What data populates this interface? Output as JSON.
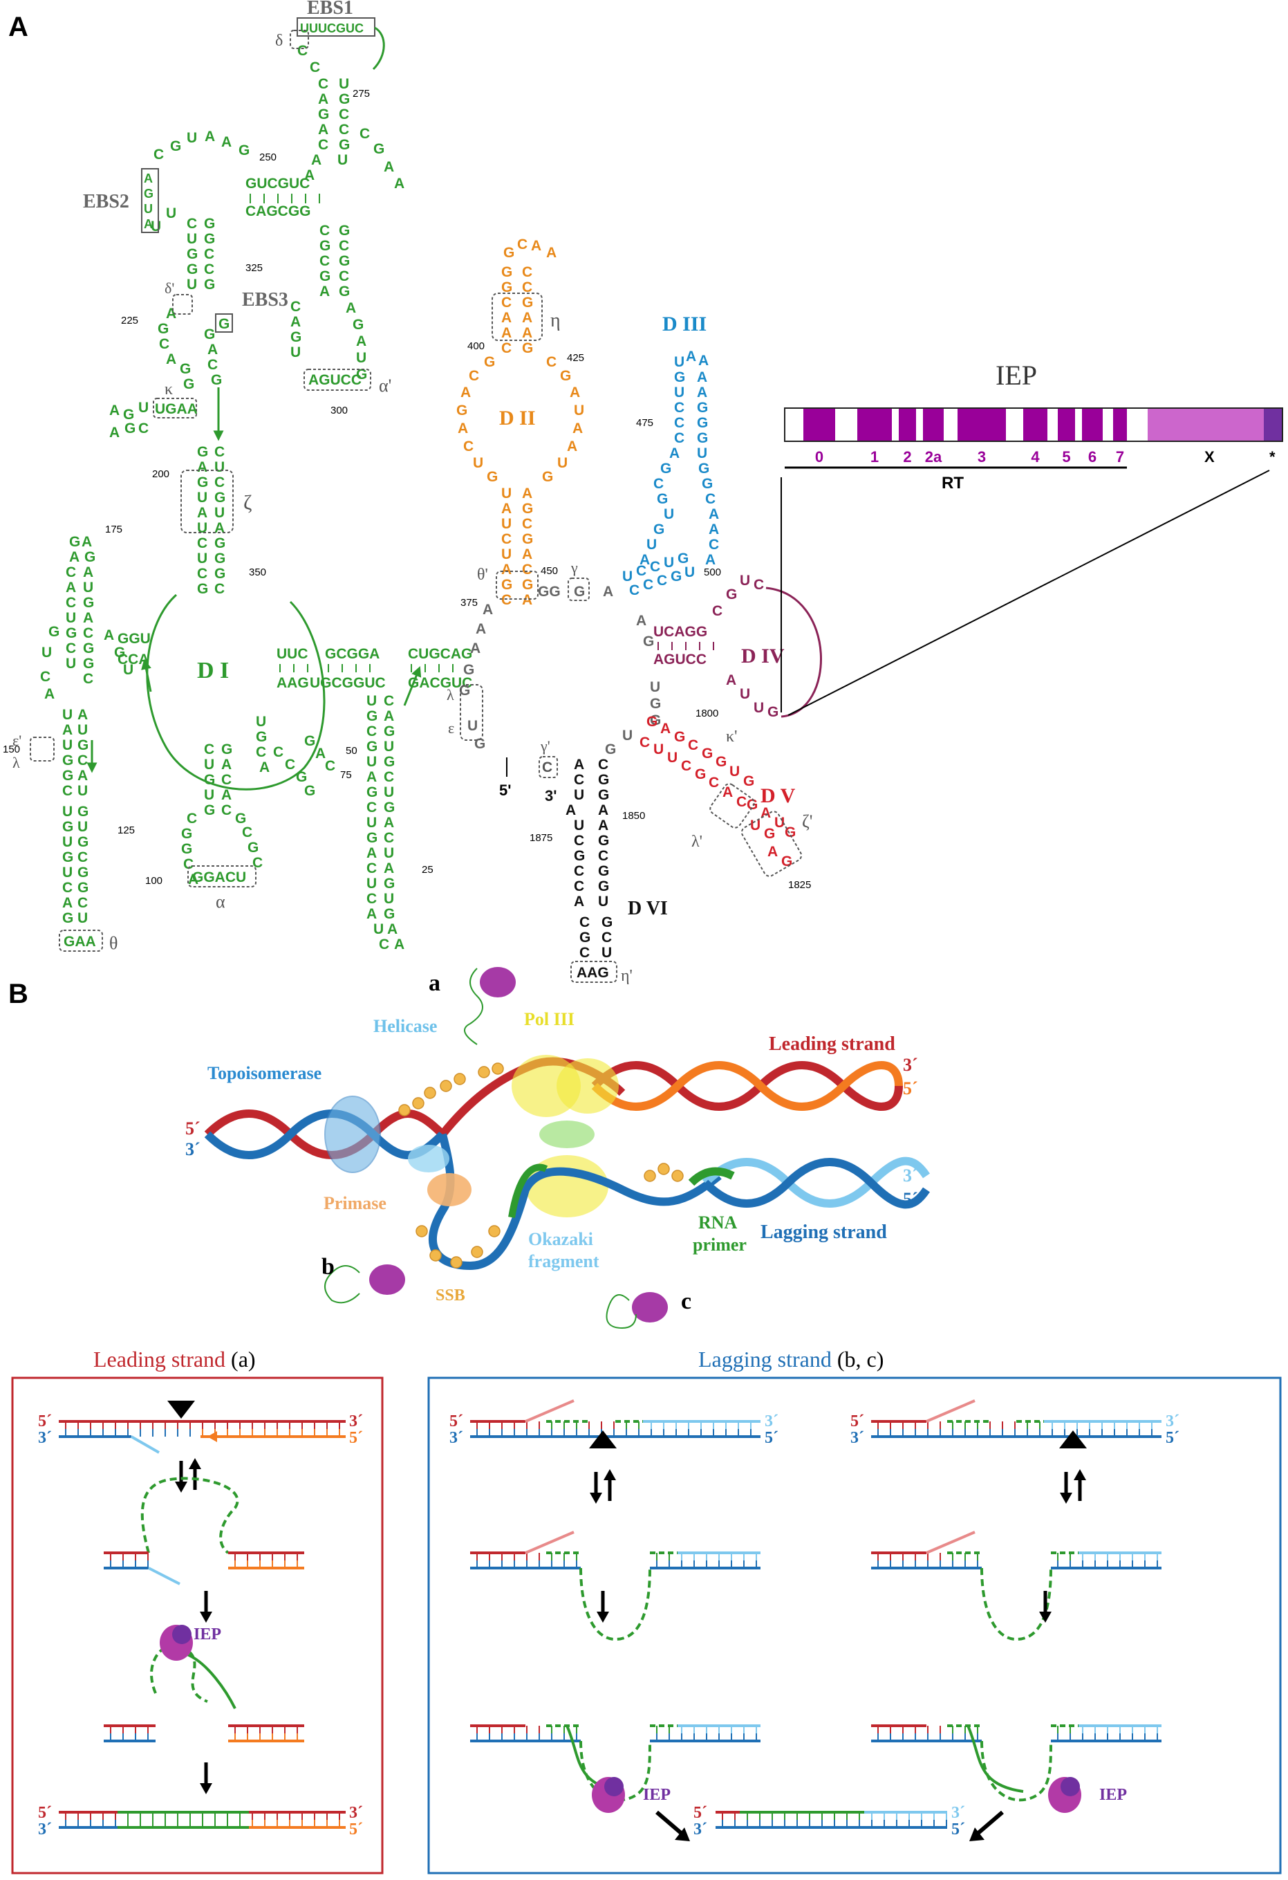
{
  "panel_a": {
    "label": "A",
    "domains": {
      "d1": "D I",
      "d2": "D II",
      "d3": "D III",
      "d4": "D IV",
      "d5": "D V",
      "d6": "D VI"
    },
    "ebs": {
      "ebs1": "EBS1",
      "ebs2": "EBS2",
      "ebs3": "EBS3",
      "ebs1_seq": "UUUCGUC",
      "ebs2_seq": "AGUA",
      "ebs3_seq": "G"
    },
    "greek": {
      "delta": "δ",
      "delta_p": "δ'",
      "kappa": "κ",
      "kappa_p": "κ'",
      "zeta": "ζ",
      "zeta_p": "ζ'",
      "alpha": "α",
      "alpha_p": "α'",
      "eta": "η",
      "eta_p": "η'",
      "theta": "θ",
      "theta_p": "θ'",
      "gamma": "γ",
      "gamma_p": "γ'",
      "epsilon_p": "ε'",
      "epsilon": "ε",
      "lambda": "λ",
      "lambda_p": "λ'",
      "lambda2": "λ"
    },
    "numbers": {
      "n275": "275",
      "n250": "250",
      "n325": "325",
      "n225": "225",
      "n300": "300",
      "n200": "200",
      "n175": "175",
      "n350": "350",
      "n150": "150",
      "n125": "125",
      "n100": "100",
      "n75": "75",
      "n50": "50",
      "n25": "25",
      "n400": "400",
      "n425": "425",
      "n375": "375",
      "n450": "450",
      "n475": "475",
      "n500": "500",
      "n1800": "1800",
      "n1850": "1850",
      "n1875": "1875",
      "n1825": "1825"
    },
    "seq": {
      "alpha_box": "GGACU",
      "alpha_p_box": "AGUCC",
      "eta_p_box": "AAG",
      "theta_box": "GAA",
      "d4_top": "UCAGG",
      "d4_bot": "AGUCC",
      "d1_j1": "UUC",
      "d1_j2": "GCGGA",
      "d1_j3": "CUGCAG",
      "d1_b1": "AAG",
      "d1_b2": "UGCGGUC",
      "d1_b3": "GACGUC",
      "five_prime": "5'",
      "three_prime": "3'",
      "gg": "GG",
      "ggu": "GGU",
      "cca": "CCA",
      "gucguc": "GUCGUC",
      "cagcgg": "CAGCGG",
      "ugaa": "UGAA"
    },
    "iep": {
      "title": "IEP",
      "domains": [
        "0",
        "1",
        "2",
        "2a",
        "3",
        "4",
        "5",
        "6",
        "7"
      ],
      "x_label": "X",
      "star": "*",
      "rt_label": "RT",
      "color_rt": "#990099",
      "color_x": "#cc66cc",
      "color_end": "#7030a0"
    }
  },
  "panel_b": {
    "label": "B",
    "fork_labels": {
      "topoisomerase": "Topoisomerase",
      "helicase": "Helicase",
      "pol3": "Pol III",
      "primase": "Primase",
      "ssb": "SSB",
      "okazaki": "Okazaki\nfragment",
      "rna_primer": "RNA\nprimer",
      "leading": "Leading strand",
      "lagging": "Lagging strand",
      "a": "a",
      "b": "b",
      "c": "c",
      "five": "5´",
      "three": "3´"
    },
    "box_leading": {
      "title": "Leading strand",
      "suffix": "(a)"
    },
    "box_lagging": {
      "title": "Lagging strand",
      "suffix": "(b, c)"
    },
    "iep_label": "IEP",
    "colors": {
      "red": "#c0272d",
      "blue": "#1f6fb5",
      "orange": "#f47b20",
      "green": "#2e9a2e",
      "lightblue": "#7ec8ee",
      "purple": "#7030a0",
      "magenta": "#b23aa6",
      "d2_orange": "#e8891a",
      "d3_blue": "#1a8ac9",
      "d4_maroon": "#8b2357",
      "d5_red": "#d4202a"
    }
  }
}
